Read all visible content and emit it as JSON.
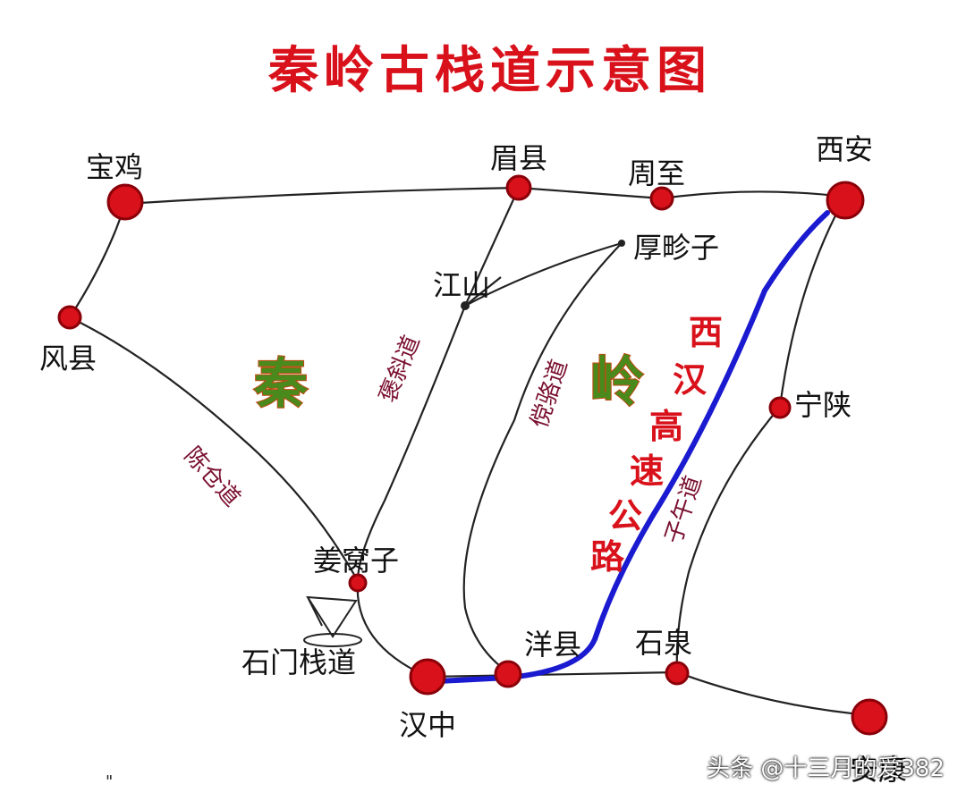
{
  "map": {
    "title": "秦岭古栈道示意图",
    "colors": {
      "title": "#d8111b",
      "city_fill": "#d8111b",
      "city_stroke": "#8a0008",
      "road": "#222222",
      "highway": "#1a1ad0",
      "road_label": "#7a1030",
      "region": "#4a8a1c",
      "highway_label": "#d8111b"
    },
    "cities": {
      "baoji": "宝鸡",
      "meixian": "眉县",
      "zhouzhi": "周至",
      "xian": "西安",
      "fengxian": "风县",
      "jiangshan": "江山",
      "houzhenzi": "厚畛子",
      "ningshan": "宁陕",
      "jiangwozi": "姜窝子",
      "shimen": "石门栈道",
      "yangxian": "洋县",
      "shiquan": "石泉",
      "hanzhong": "汉中",
      "ankang": "安康"
    },
    "roads": {
      "chencang": "陈仓道",
      "baoxie": "褒斜道",
      "tangluo": "傥骆道",
      "ziwu": "子午道"
    },
    "region": {
      "qin": "秦",
      "ling": "岭"
    },
    "highway": {
      "chars": [
        "西",
        "汉",
        "高",
        "速",
        "公",
        "路"
      ]
    }
  },
  "watermark": "头条 @十三月的爱382"
}
